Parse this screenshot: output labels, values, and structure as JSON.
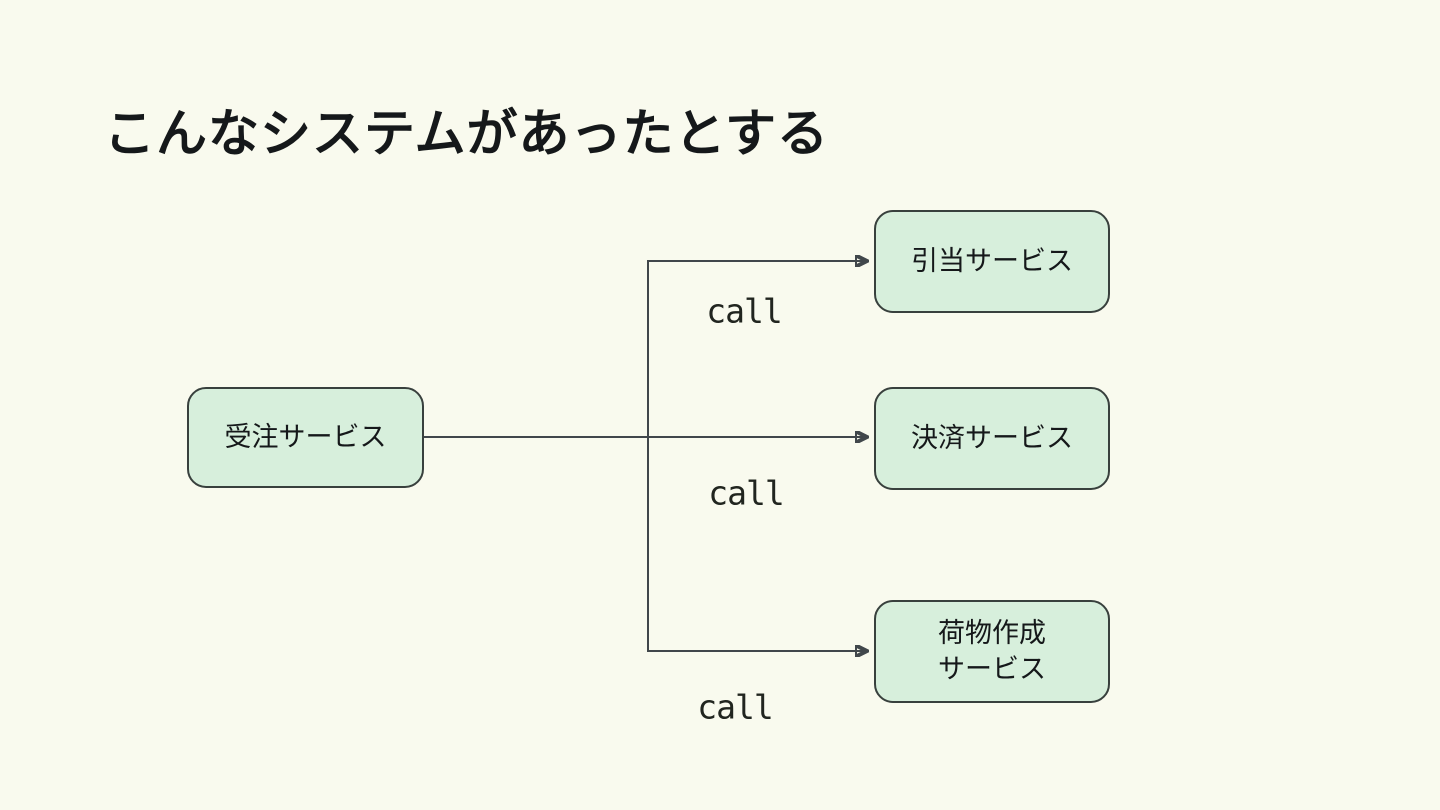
{
  "slide": {
    "title": "こんなシステムがあったとする"
  },
  "diagram": {
    "colors": {
      "background": "#f9faee",
      "box_fill": "#d7efdc",
      "box_border": "#38403d",
      "line": "#41474b",
      "text": "#15181a"
    },
    "source_box": {
      "label": "受注サービス"
    },
    "target_boxes": [
      {
        "label": "引当サービス"
      },
      {
        "label": "決済サービス"
      },
      {
        "label": "荷物作成\nサービス"
      }
    ],
    "edge_labels": [
      {
        "text": "call"
      },
      {
        "text": "call"
      },
      {
        "text": "call"
      }
    ]
  }
}
